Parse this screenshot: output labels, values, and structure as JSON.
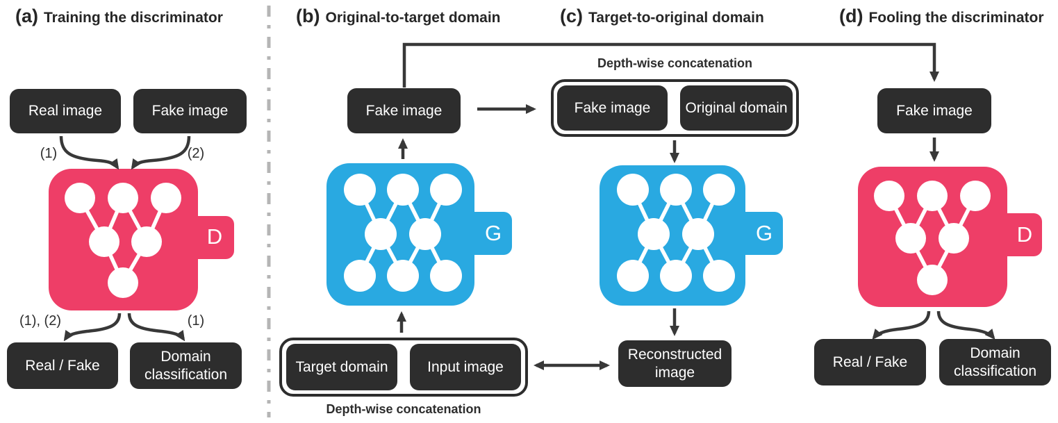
{
  "colors": {
    "discriminator_pink": "#ee3e67",
    "generator_blue": "#29a9e1",
    "box_dark": "#2d2d2d",
    "arrow_dark": "#383838",
    "divider_gray": "#b5b5b5"
  },
  "panel_a": {
    "prefix": "(a)",
    "title": "Training the discriminator",
    "real_image": "Real image",
    "fake_image": "Fake image",
    "arrow_label_1": "(1)",
    "arrow_label_2": "(2)",
    "output_label_left": "(1), (2)",
    "output_label_right": "(1)",
    "real_fake": "Real / Fake",
    "domain_classification": "Domain classification",
    "network_letter": "D"
  },
  "panel_b": {
    "prefix": "(b)",
    "title": "Original-to-target domain",
    "fake_image": "Fake image",
    "network_letter": "G",
    "target_domain": "Target domain",
    "input_image": "Input image",
    "concat_label": "Depth-wise concatenation"
  },
  "panel_c": {
    "prefix": "(c)",
    "title": "Target-to-original domain",
    "concat_label": "Depth-wise concatenation",
    "fake_image": "Fake image",
    "original_domain": "Original domain",
    "network_letter": "G",
    "reconstructed_image": "Reconstructed image"
  },
  "panel_d": {
    "prefix": "(d)",
    "title": "Fooling the discriminator",
    "fake_image": "Fake image",
    "network_letter": "D",
    "real_fake": "Real / Fake",
    "domain_classification": "Domain classification"
  }
}
